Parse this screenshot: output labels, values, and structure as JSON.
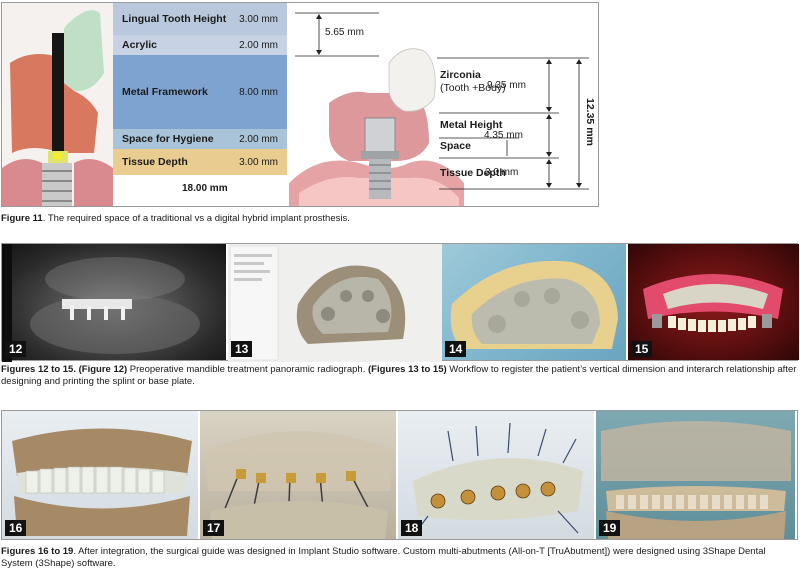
{
  "figure11": {
    "rows": [
      {
        "label": "Lingual Tooth Height",
        "value": "3.00 mm",
        "color": "#b9c8dc"
      },
      {
        "label": "Acrylic",
        "value": "2.00 mm",
        "color": "#c7d3e4"
      },
      {
        "label": "Metal Framework",
        "value": "8.00 mm",
        "color": "#7ea3d0"
      },
      {
        "label": "Space for Hygiene",
        "value": "2.00 mm",
        "color": "#a9c3d8"
      },
      {
        "label": "Tissue Depth",
        "value": "3.00 mm",
        "color": "#e9cc8f"
      }
    ],
    "total": "18.00 mm",
    "gap_label": "5.65 mm",
    "zirconia_label": "Zirconia",
    "zirconia_sub": "(Tooth +Body)",
    "zirconia_value": "9.35 mm",
    "metal_label": "Metal Height",
    "metal_value": "4.35 mm",
    "space_label": "Space",
    "tissue_label": "Tissue Depth",
    "tissue_value": "3.0 mm",
    "overall_value": "12.35 mm",
    "caption_bold": "Figure 11",
    "caption_text": ". The required space of a traditional vs a digital hybrid implant prosthesis."
  },
  "strip1": {
    "panels": [
      {
        "num": "12"
      },
      {
        "num": "13"
      },
      {
        "num": "14"
      },
      {
        "num": "15"
      }
    ],
    "caption_bold1": "Figures 12 to 15. (Figure 12)",
    "caption_text1": " Preoperative mandible treatment panoramic radiograph. ",
    "caption_bold2": "(Figures 13 to 15)",
    "caption_text2": " Workflow to register the patient’s vertical dimension and interarch relationship after designing and printing the splint or base plate."
  },
  "strip2": {
    "panels": [
      {
        "num": "16"
      },
      {
        "num": "17"
      },
      {
        "num": "18"
      },
      {
        "num": "19"
      }
    ],
    "caption_bold": "Figures 16 to 19",
    "caption_text": ". After integration, the surgical guide was designed in Implant Studio software. Custom multi-abutments (All-on-T [TruAbutment]) were designed using 3Shape Dental System (3Shape) software."
  }
}
